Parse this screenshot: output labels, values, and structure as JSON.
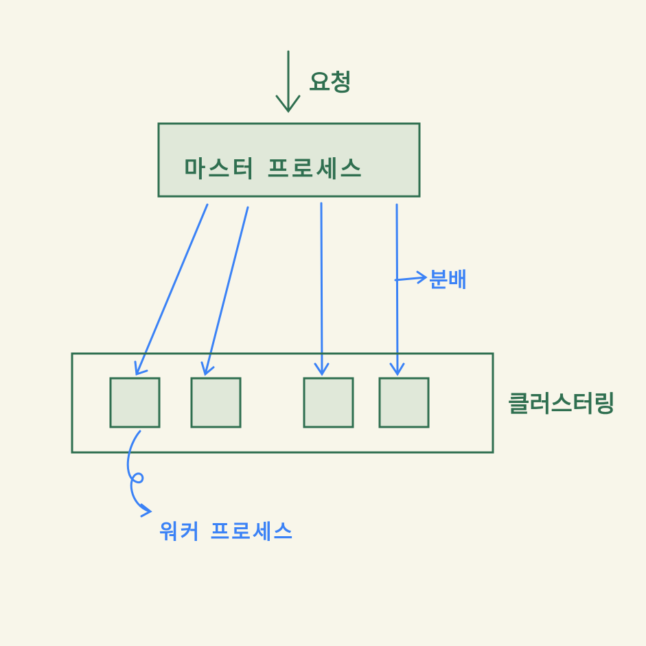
{
  "labels": {
    "request": "요청",
    "master": "마스터 프로세스",
    "distribute": "분배",
    "clustering": "클러스터링",
    "worker": "워커 프로세스"
  },
  "colors": {
    "background": "#f8f6ea",
    "green_stroke": "#2f6f50",
    "box_fill": "#e0e8d9",
    "blue": "#3b82f6"
  }
}
